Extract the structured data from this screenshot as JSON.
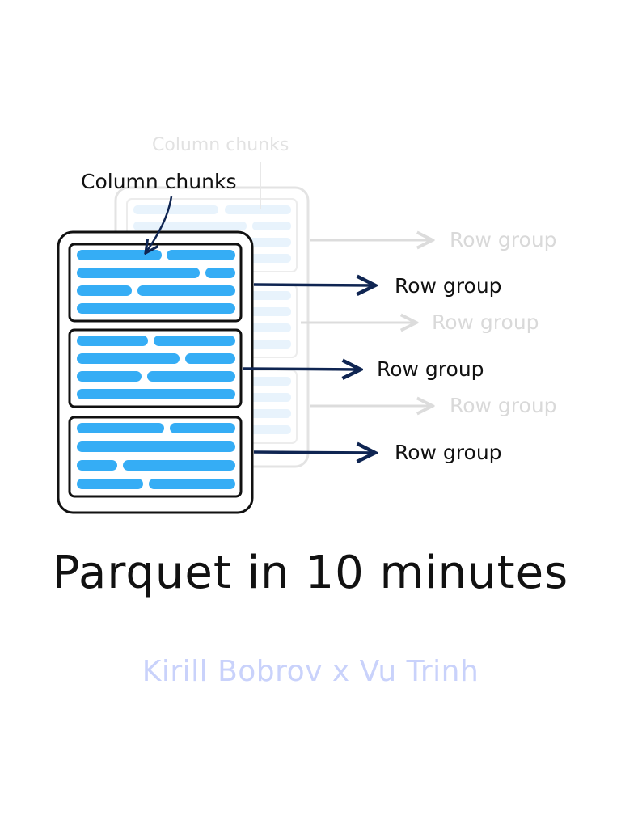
{
  "diagram": {
    "pointer_label": "Column chunks",
    "ghost_pointer_label": "Column chunks",
    "row_group_labels": [
      "Row group",
      "Row group",
      "Row group"
    ],
    "ghost_row_group_labels": [
      "Row group",
      "Row group",
      "Row group"
    ],
    "colors": {
      "chunk": "#35adf5",
      "arrow": "#0f2552",
      "outline": "#111111",
      "ghost": "#d9d9d9",
      "ghost_chunk": "#e8f3fc"
    }
  },
  "title": "Parquet in 10 minutes",
  "authors": "Kirill Bobrov x Vu Trinh"
}
